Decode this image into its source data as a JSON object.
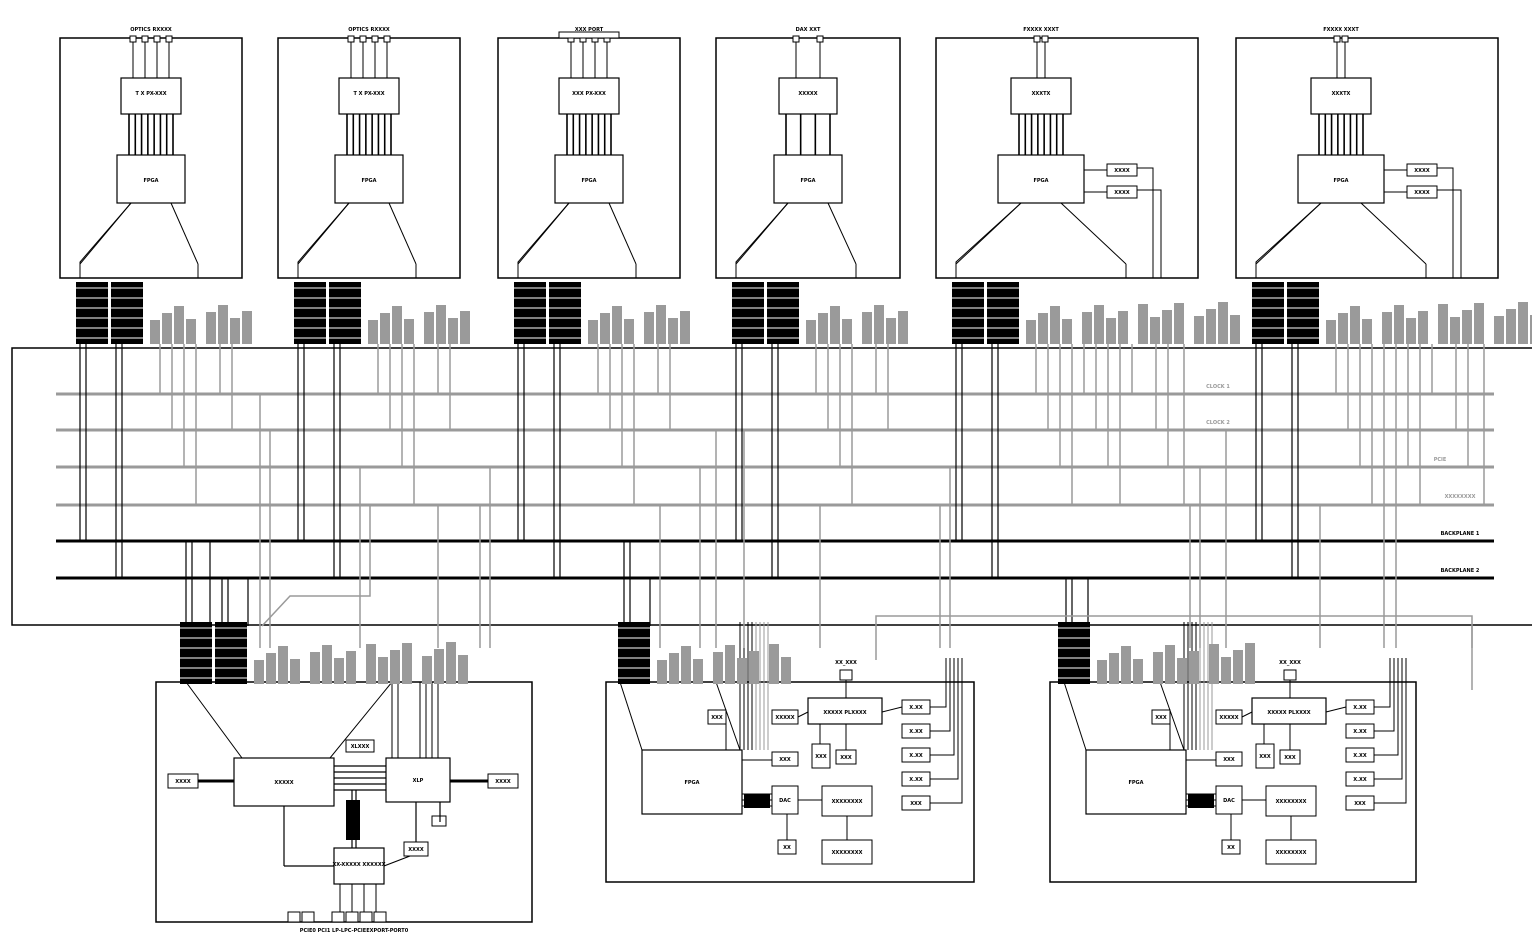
{
  "colors": {
    "black": "#000000",
    "gray": "#9a9a9a",
    "background": "#ffffff"
  },
  "top_modules": [
    {
      "connector_label": "OPTICS RXXXX",
      "chip_label": "T X PX-XXX",
      "fpga_label": "FPGA",
      "extras": []
    },
    {
      "connector_label": "OPTICS RXXXX",
      "chip_label": "T X PX-XXX",
      "fpga_label": "FPGA",
      "extras": []
    },
    {
      "connector_label": "XXX PORT",
      "chip_label": "XXX PX-XXX",
      "fpga_label": "FPGA",
      "extras": []
    },
    {
      "connector_label": "DAX XXT",
      "chip_label": "XXXXX",
      "fpga_label": "FPGA",
      "extras": []
    },
    {
      "connector_label": "FXXXX XXXT",
      "chip_label": "XXXTX",
      "fpga_label": "FPGA",
      "extras": [
        "XXXX",
        "XXXX"
      ]
    },
    {
      "connector_label": "FXXXX XXXT",
      "chip_label": "XXXTX",
      "fpga_label": "FPGA",
      "extras": [
        "XXXX",
        "XXXX"
      ]
    }
  ],
  "backplane": {
    "buses": [
      {
        "label": "CLOCK 1",
        "type": "gray"
      },
      {
        "label": "CLOCK 2",
        "type": "gray"
      },
      {
        "label": "PCIE",
        "type": "gray"
      },
      {
        "label": "XXXXXXXX",
        "type": "gray"
      },
      {
        "label": "BACKPLANE 1",
        "type": "black"
      },
      {
        "label": "BACKPLANE 2",
        "type": "black"
      }
    ]
  },
  "bottom_left": {
    "main_label": "XXXXX",
    "switch_label": "XLP",
    "bridge_label": "XX-XXXXX XXXXXX",
    "side_labels": [
      "XXXX",
      "XXXX"
    ],
    "small_labels": [
      "XLXXX",
      "XXXX"
    ],
    "ports_label": "PCIE0  PCI1  LP-LPC-PCIEEXPORT-PORT0"
  },
  "bottom_modules": [
    {
      "fpga_label": "FPGA",
      "top_label": "XX_XXX",
      "controller_label": "XXXXX PLXXXX",
      "boxes": [
        "XXX",
        "XXXXX",
        "XXX",
        "XXX",
        "XXX",
        "DAC"
      ],
      "lower_labels": [
        "XXXXXXXX",
        "XXXXXXXX",
        "XX"
      ],
      "right_boxes": [
        "X.XX",
        "X.XX",
        "X.XX",
        "X.XX",
        "XXX"
      ]
    },
    {
      "fpga_label": "FPGA",
      "top_label": "XX_XXX",
      "controller_label": "XXXXX PLXXXX",
      "boxes": [
        "XXX",
        "XXXXX",
        "XXX",
        "XXX",
        "XXX",
        "DAC"
      ],
      "lower_labels": [
        "XXXXXXXX",
        "XXXXXXXX",
        "XX"
      ],
      "right_boxes": [
        "X.XX",
        "X.XX",
        "X.XX",
        "X.XX",
        "XXX"
      ]
    }
  ]
}
